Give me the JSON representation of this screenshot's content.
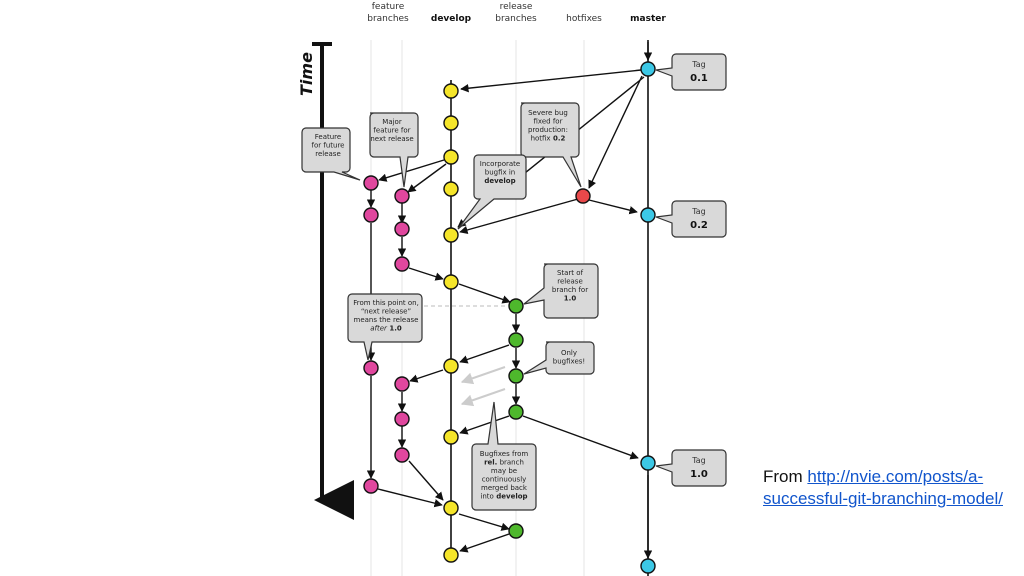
{
  "lanes": {
    "feature": "feature branches",
    "develop": "develop",
    "release": "release branches",
    "hotfixes": "hotfixes",
    "master": "master"
  },
  "time_label": "Time",
  "callouts": {
    "feature_future": [
      "Feature",
      "for future",
      "release"
    ],
    "major_feature": [
      "Major",
      "feature for",
      "next release"
    ],
    "severe_bug": [
      "Severe bug",
      "fixed for",
      "production:",
      "hotfix 0.2"
    ],
    "incorporate": [
      "Incorporate",
      "bugfix in",
      "develop"
    ],
    "start_release": [
      "Start of",
      "release",
      "branch for",
      "1.0"
    ],
    "from_this_point": [
      "From this point on,",
      "“next release”",
      "means the release",
      "after 1.0"
    ],
    "only_bugfixes": [
      "Only",
      "bugfixes!"
    ],
    "bugfixes_rel": [
      "Bugfixes from",
      "rel. branch",
      "may be",
      "continuously",
      "merged back",
      "into develop"
    ]
  },
  "tags": {
    "t01": {
      "label": "Tag",
      "value": "0.1"
    },
    "t02": {
      "label": "Tag",
      "value": "0.2"
    },
    "t10": {
      "label": "Tag",
      "value": "1.0"
    }
  },
  "caption": {
    "prefix": "From ",
    "link_text": "http://nvie.com/posts/a-successful-git-branching-model/"
  },
  "colors": {
    "feature": "#e0479e",
    "develop": "#f5e52a",
    "release": "#4eb82c",
    "hotfix": "#e8484a",
    "master": "#3cc8e6",
    "callout_bg": "#d9d9d9"
  }
}
